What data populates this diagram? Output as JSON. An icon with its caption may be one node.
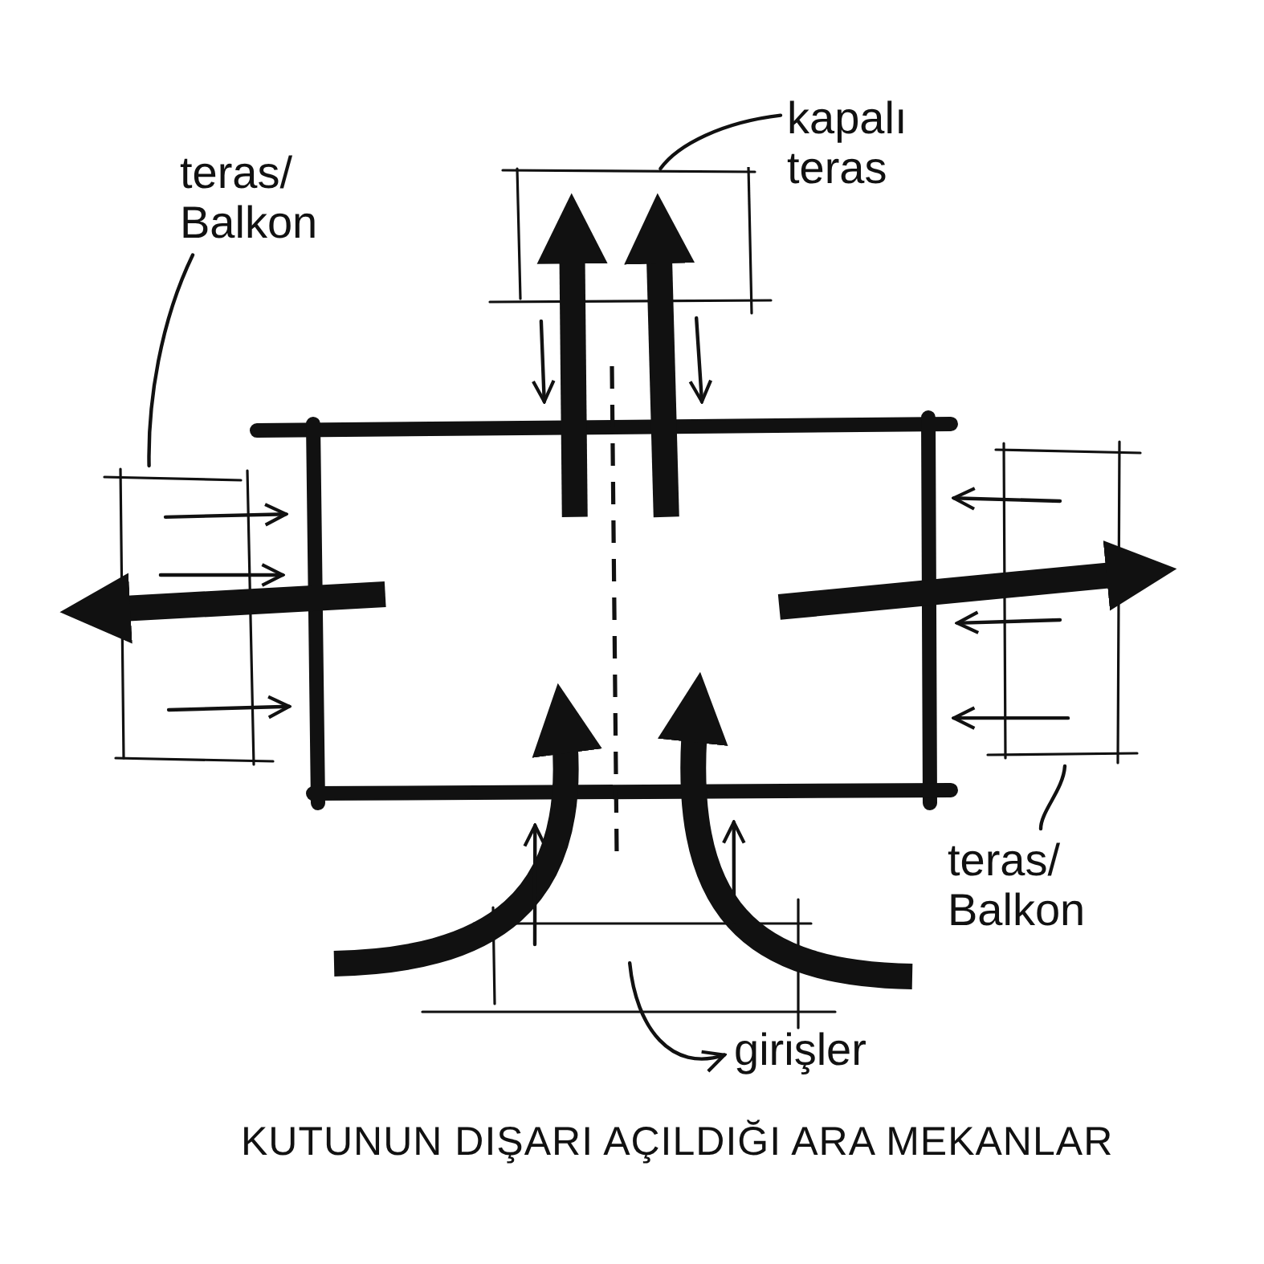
{
  "diagram": {
    "caption": "KUTUNUN DIŞARI AÇILDIĞI ARA MEKANLAR",
    "nodes": [
      {
        "text": [
          "teras/ Balkon"
        ]
      },
      {
        "text": [
          "kapalı teras"
        ]
      },
      {
        "text": [],
        "shape": "box"
      },
      {
        "text": [],
        "shape": "box"
      },
      {
        "text": [],
        "shape": "box"
      },
      {
        "text": [],
        "shape": "box"
      },
      {
        "text": [
          "teras/ Balkon"
        ]
      },
      {
        "text": [],
        "shape": "box"
      },
      {
        "text": [
          "girişler"
        ]
      }
    ],
    "edges": [
      {
        "from": 0,
        "to": 3,
        "arrow": "none"
      },
      {
        "from": 1,
        "to": 2,
        "arrow": "none"
      },
      {
        "from": 6,
        "to": 5,
        "arrow": "none"
      },
      {
        "from": 7,
        "to": 8,
        "arrow": "to"
      },
      {
        "from": 4,
        "to": 3,
        "arrow": "to",
        "style": "thick"
      },
      {
        "from": 4,
        "to": 2,
        "arrow": "to",
        "style": "thick"
      },
      {
        "from": 4,
        "to": 2,
        "arrow": "to",
        "style": "thick"
      },
      {
        "from": 4,
        "to": 5,
        "arrow": "to",
        "style": "thick"
      },
      {
        "from": null,
        "to": 4,
        "arrow": "to",
        "style": "thick"
      },
      {
        "from": null,
        "to": 4,
        "arrow": "to",
        "style": "thick"
      },
      {
        "from": 3,
        "to": 4,
        "arrow": "to"
      },
      {
        "from": 3,
        "to": 4,
        "arrow": "to"
      },
      {
        "from": 3,
        "to": 4,
        "arrow": "to"
      },
      {
        "from": 5,
        "to": 4,
        "arrow": "to"
      },
      {
        "from": 5,
        "to": 4,
        "arrow": "to"
      },
      {
        "from": 5,
        "to": 4,
        "arrow": "to"
      },
      {
        "from": 2,
        "to": 4,
        "arrow": "to"
      },
      {
        "from": 2,
        "to": 4,
        "arrow": "to"
      },
      {
        "from": 7,
        "to": 4,
        "arrow": "to"
      },
      {
        "from": 7,
        "to": 4,
        "arrow": "to"
      }
    ]
  }
}
